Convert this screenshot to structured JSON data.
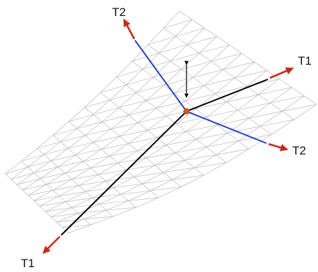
{
  "labels": {
    "t2_top": "T2",
    "t1_right": "T1",
    "t2_right": "T2",
    "t1_bottom": "T1"
  },
  "colors": {
    "mesh": "#b9b9b9",
    "curve_t1": "#000000",
    "curve_t2": "#1f3fe0",
    "tangent_arrow": "#d62410",
    "center_point": "#e2541c",
    "normal_arrow": "#000000"
  }
}
